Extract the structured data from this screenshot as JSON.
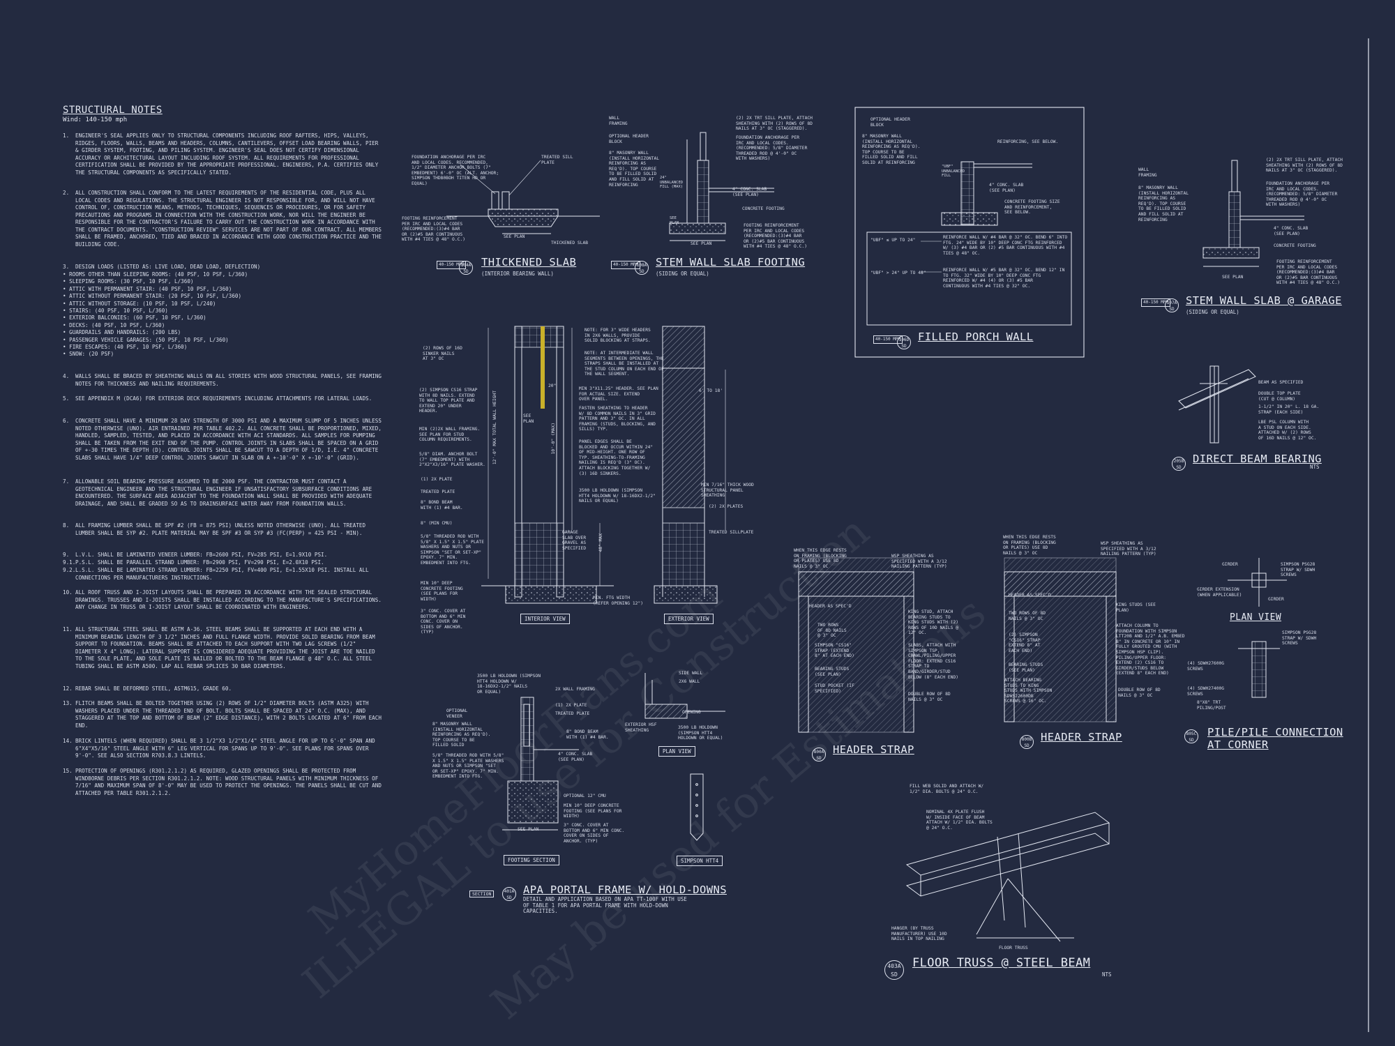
{
  "notes": {
    "title": "STRUCTURAL NOTES",
    "wind": "Wind: 140-150 mph",
    "items": [
      {
        "num": "1.",
        "text": "ENGINEER'S SEAL APPLIES ONLY TO STRUCTURAL COMPONENTS INCLUDING ROOF RAFTERS, HIPS, VALLEYS, RIDGES, FLOORS, WALLS, BEAMS AND HEADERS, COLUMNS, CANTILEVERS, OFFSET LOAD BEARING WALLS, PIER & GIRDER SYSTEM, FOOTING, AND PILING SYSTEM. ENGINEER'S SEAL DOES NOT CERTIFY DIMENSIONAL ACCURACY OR ARCHITECTURAL LAYOUT INCLUDING ROOF SYSTEM. ALL REQUIREMENTS FOR PROFESSIONAL CERTIFICATION SHALL BE PROVIDED BY THE APPROPRIATE PROFESSIONAL. ENGINEERS, P.A. CERTIFIES ONLY THE STRUCTURAL COMPONENTS AS SPECIFICALLY STATED."
      },
      {
        "num": "2.",
        "text": "ALL CONSTRUCTION SHALL CONFORM TO THE LATEST REQUIREMENTS OF THE RESIDENTIAL CODE, PLUS ALL LOCAL CODES AND REGULATIONS. THE STRUCTURAL ENGINEER IS NOT RESPONSIBLE FOR, AND WILL NOT HAVE CONTROL OF, CONSTRUCTION MEANS, METHODS, TECHNIQUES, SEQUENCES OR PROCEDURES, OR FOR SAFETY PRECAUTIONS AND PROGRAMS IN CONNECTION WITH THE CONSTRUCTION WORK, NOR WILL THE ENGINEER BE RESPONSIBLE FOR THE CONTRACTOR'S FAILURE TO CARRY OUT THE CONSTRUCTION WORK IN ACCORDANCE WITH THE CONTRACT DOCUMENTS. \"CONSTRUCTION REVIEW\" SERVICES ARE NOT PART OF OUR CONTRACT. ALL MEMBERS SHALL BE FRAMED, ANCHORED, TIED AND BRACED IN ACCORDANCE WITH GOOD CONSTRUCTION PRACTICE AND THE BUILDING CODE."
      },
      {
        "num": "3.",
        "text": "DESIGN LOADS (LISTED AS: LIVE LOAD, DEAD LOAD, DEFLECTION)"
      }
    ],
    "loads": [
      "ROOMS OTHER THAN SLEEPING ROOMS: (40 PSF, 10 PSF, L/360)",
      "SLEEPING ROOMS: (30 PSF, 10 PSF, L/360)",
      "ATTIC WITH PERMANENT STAIR: (40 PSF, 10 PSF, L/360)",
      "ATTIC WITHOUT PERMANENT STAIR: (20 PSF, 10 PSF, L/360)",
      "ATTIC WITHOUT STORAGE: (10 PSF, 10 PSF, L/240)",
      "STAIRS: (40 PSF, 10 PSF, L/360)",
      "EXTERIOR BALCONIES: (60 PSF, 10 PSF, L/360)",
      "DECKS: (40 PSF, 10 PSF, L/360)",
      "GUARDRAILS AND HANDRAILS: (200 LBS)",
      "PASSENGER VEHICLE GARAGES: (50 PSF, 10 PSF, L/360)",
      "FIRE ESCAPES: (40 PSF, 10 PSF, L/360)",
      "SNOW: (20 PSF)"
    ],
    "items2": [
      {
        "num": "4.",
        "text": "WALLS SHALL BE BRACED BY SHEATHING WALLS ON ALL STORIES WITH WOOD STRUCTURAL PANELS, SEE FRAMING NOTES FOR THICKNESS AND NAILING REQUIREMENTS."
      },
      {
        "num": "5.",
        "text": "SEE APPENDIX M (DCA6) FOR EXTERIOR DECK REQUIREMENTS INCLUDING ATTACHMENTS FOR LATERAL LOADS."
      },
      {
        "num": "6.",
        "text": "CONCRETE SHALL HAVE A MINIMUM 28 DAY STRENGTH OF 3000 PSI AND A MAXIMUM SLUMP OF 5 INCHES UNLESS NOTED OTHERWISE (UNO). AIR ENTRAINED PER TABLE 402.2. ALL CONCRETE SHALL BE PROPORTIONED, MIXED, HANDLED, SAMPLED, TESTED, AND PLACED IN ACCORDANCE WITH ACI STANDARDS. ALL SAMPLES FOR PUMPING SHALL BE TAKEN FROM THE EXIT END OF THE PUMP. CONTROL JOINTS IN SLABS SHALL BE SPACED ON A GRID OF +-30 TIMES THE DEPTH (D). CONTROL JOINTS SHALL BE SAWCUT TO A DEPTH OF 1/D, I.E. 4\" CONCRETE SLABS SHALL HAVE 1/4\" DEEP CONTROL JOINTS SAWCUT IN SLAB ON A +-10'-0\" X +-10'-0\" (GRID)."
      },
      {
        "num": "7.",
        "text": "ALLOWABLE SOIL BEARING PRESSURE ASSUMED TO BE 2000 PSF. THE CONTRACTOR MUST CONTACT A GEOTECHNICAL ENGINEER AND THE STRUCTURAL ENGINEER IF UNSATISFACTORY SUBSURFACE CONDITIONS ARE ENCOUNTERED. THE SURFACE AREA ADJACENT TO THE FOUNDATION WALL SHALL BE PROVIDED WITH ADEQUATE DRAINAGE, AND SHALL BE GRADED SO AS TO DRAINSURFACE WATER AWAY FROM FOUNDATION WALLS."
      },
      {
        "num": "8.",
        "text": "ALL FRAMING LUMBER SHALL BE SPF #2 (FB = 875 PSI) UNLESS NOTED OTHERWISE (UNO). ALL TREATED LUMBER SHALL BE SYP #2. PLATE MATERIAL MAY BE SPF #3 OR SYP #3 (FC(PERP) = 425 PSI - MIN)."
      },
      {
        "num": "9.",
        "text": "L.V.L. SHALL BE LAMINATED VENEER LUMBER: FB=2600 PSI, FV=285 PSI, E=1.9X10 PSI."
      },
      {
        "num": "9.1.",
        "text": "P.S.L. SHALL BE PARALLEL STRAND LUMBER: FB=2900 PSI, FV=290 PSI, E=2.0X10 PSI."
      },
      {
        "num": "9.2.",
        "text": "L.S.L. SHALL BE LAMINATED STRAND LUMBER: FB=2250 PSI, FV=400 PSI, E=1.55X10 PSI. INSTALL ALL CONNECTIONS PER MANUFACTURERS INSTRUCTIONS."
      },
      {
        "num": "10.",
        "text": "ALL ROOF TRUSS AND I-JOIST LAYOUTS SHALL BE PREPARED IN ACCORDANCE WITH THE SEALED STRUCTURAL DRAWINGS. TRUSSES AND I-JOISTS SHALL BE INSTALLED ACCORDING TO THE MANUFACTURE'S SPECIFICATIONS. ANY CHANGE IN TRUSS OR I-JOIST LAYOUT SHALL BE COORDINATED WITH ENGINEERS."
      },
      {
        "num": "11.",
        "text": "ALL STRUCTURAL STEEL SHALL BE ASTM A-36. STEEL BEAMS SHALL BE SUPPORTED AT EACH END WITH A MINIMUM BEARING LENGTH OF 3 1/2\" INCHES AND FULL FLANGE WIDTH. PROVIDE SOLID BEARING FROM BEAM SUPPORT TO FOUNDATION. BEAMS SHALL BE ATTACHED TO EACH SUPPORT WITH TWO LAG SCREWS (1/2\" DIAMETER X 4\" LONG). LATERAL SUPPORT IS CONSIDERED ADEQUATE PROVIDING THE JOIST ARE TOE NAILED TO THE SOLE PLATE, AND SOLE PLATE IS NAILED OR BOLTED TO THE BEAM FLANGE @ 48\" O.C. ALL STEEL TUBING SHALL BE ASTM A500. LAP ALL REBAR SPLICES 30 BAR DIAMETERS."
      },
      {
        "num": "12.",
        "text": "REBAR SHALL BE DEFORMED STEEL, ASTM615, GRADE 60."
      },
      {
        "num": "13.",
        "text": "FLITCH BEAMS SHALL BE BOLTED TOGETHER USING (2) ROWS OF 1/2\" DIAMETER BOLTS (ASTM A325) WITH WASHERS PLACED UNDER THE THREADED END OF BOLT. BOLTS SHALL BE SPACED AT 24\" O.C. (MAX), AND STAGGERED AT THE TOP AND BOTTOM OF BEAM (2\" EDGE DISTANCE), WITH 2 BOLTS LOCATED AT 6\" FROM EACH END."
      },
      {
        "num": "14.",
        "text": "BRICK LINTELS (WHEN REQUIRED) SHALL BE 3 1/2\"X3 1/2\"X1/4\" STEEL ANGLE FOR UP TO 6'-0\" SPAN AND 6\"X4\"X5/16\" STEEL ANGLE WITH 6\" LEG VERTICAL FOR SPANS UP TO 9'-0\". SEE PLANS FOR SPANS OVER 9'-0\". SEE ALSO SECTION R703.8.3 LINTELS."
      },
      {
        "num": "15.",
        "text": "PROTECTION OF OPENINGS (R301.2.1.2) AS REQUIRED, GLAZED OPENINGS SHALL BE PROTECTED FROM WINDBORNE DEBRIS PER SECTION R301.2.1.2. NOTE: WOOD STRUCTURAL PANELS WITH MINIMUM THICKNESS OF 7/16\" AND MAXIMUM SPAN OF 8'-0\" MAY BE USED TO PROTECT THE OPENINGS. THE PANELS SHALL BE CUT AND ATTACHED PER TABLE R301.2.1.2."
      }
    ]
  },
  "details": {
    "thickened_slab": {
      "title": "THICKENED SLAB",
      "sub": "(INTERIOR BEARING WALL)",
      "tag_top": "104A",
      "tag_bot": "SD",
      "mph": "40-150\nMPH",
      "notes": [
        "FOUNDATION ANCHORAGE PER IRC\nAND LOCAL CODES. RECOMMENDED,\n1/2\" DIAMETER ANCHOR BOLTS (7\"\nEMBEDMENT) 6'-0\" OC (ALT. ANCHOR;\nSIMPSON THDB0BOH TITEN HD OR\nEQUAL)",
        "TREATED SILL\nPLATE",
        "FOOTING REINFORCEMENT\nPER IRC AND LOCAL CODES\n(RECOMMENDED:(3)#4 BAR\nOR (2)#5 BAR CONTINUOUS\nWITH #4 TIES @ 48\" O.C.)",
        "SEE PLAN",
        "THICKENED SLAB"
      ]
    },
    "stem_wall": {
      "title": "STEM WALL SLAB FOOTING",
      "sub": "(SIDING OR EQUAL)",
      "tag_top": "108A",
      "tag_bot": "SD",
      "mph": "40-150\nMPH",
      "notes": [
        "WALL\nFRAMING",
        "OPTIONAL HEADER\nBLOCK",
        "8\" MASONRY WALL\n(INSTALL HORIZONTAL\nREINFORCING AS\nREQ'D). TOP COURSE\nTO BE FILLED SOLID\nAND FILL SOLID AT\nREINFORCING",
        "(2) 2X TRT SILL PLATE, ATTACH\nSHEATHING WITH (2) ROWS OF 8D\nNAILS AT 3\" OC (STAGGERED).",
        "FOUNDATION ANCHORAGE PER\nIRC AND LOCAL CODES.\n(RECOMMENDED: 5/8\" DIAMETER\nTHREADED ROD @ 4'-0\" OC\nWITH WASHERS)",
        "4\" CONC. SLAB\n(SEE PLAN)",
        "CONCRETE FOOTING",
        "FOOTING REINFORCEMENT\nPER IRC AND LOCAL CODES\n(RECOMMENDED:(3)#4 BAR\nOR (2)#5 BAR CONTINUOUS\nWITH #4 TIES @ 48\" O.C.)",
        "SEE PLAN",
        "24\"\nUNBALANCED\nFILL (MAX)",
        "SEE\nPLAN"
      ]
    },
    "porch": {
      "title": "FILLED PORCH WALL",
      "tag_top": "106D",
      "tag_bot": "SD",
      "mph": "40-150\nMPH",
      "notes": [
        "OPTIONAL HEADER\nBLOCK",
        "8\" MASONRY WALL\n(INSTALL HORIZONTAL\nREINFORCING AS REQ'D).\nTOP COURSE TO BE\nFILLED SOLID AND FILL\nSOLID AT REINFORCING",
        "REINFORCING, SEE BELOW.",
        "4\" CONC. SLAB\n(SEE PLAN)",
        "CONCRETE FOOTING SIZE\nAND REINFORCEMENT,\nSEE BELOW.",
        "\"UBF\"\nUNBALANCED\nFILL"
      ],
      "table": [
        {
          "k": "\"UBF\" ≤ UP TO 24\"",
          "v": "REINFORCE WALL W/ #4 BAR @ 32\" OC. BEND 6\" INTO\nFTG. 24\" WIDE BY 10\" DEEP CONC FTG REINFORCED\nW/ (3) #4 BAR OR (2) #5 BAR CONTINUOUS WITH #4\nTIES @ 48\" OC."
        },
        {
          "k": "\"UBF\" > 24\" UP TO 48\"",
          "v": "REINFORCE WALL W/ #5 BAR @ 32\" OC. BEND 12\" IN\nTO FTG. 32\" WIDE BY 10\" DEEP CONC FTG\nREINFORCED W/ #4 (4) OR (3) #5 BAR\nCONTINUOUS WITH #4 TIES @ 32\" OC."
        }
      ]
    },
    "garage": {
      "title": "STEM WALL SLAB @ GARAGE",
      "sub": "(SIDING OR EQUAL)",
      "tag_top": "107A",
      "tag_bot": "SD",
      "mph": "40-150\nMPH",
      "notes": [
        "WALL\nFRAMING",
        "8\" MASONRY WALL\n(INSTALL HORIZONTAL\nREINFORCING AS\nREQ'D). TOP COURSE\nTO BE FILLED SOLID\nAND FILL SOLID AT\nREINFORCING",
        "(2) 2X TRT SILL PLATE, ATTACH\nSHEATHING WITH (2) ROWS OF 8D\nNAILS AT 3\" OC (STAGGERED).",
        "FOUNDATION ANCHORAGE PER\nIRC AND LOCAL CODES.\n(RECOMMENDED: 5/8\" DIAMETER\nTHREADED ROD @ 4'-0\" OC\nWITH WASHERS)",
        "4\" CONC. SLAB\n(SEE PLAN)",
        "CONCRETE FOOTING",
        "FOOTING REINFORCEMENT\nPER IRC AND LOCAL CODES\n(RECOMMENDED:(3)#4 BAR\nOR (2)#5 BAR CONTINUOUS\nWITH #4 TIES @ 48\" O.C.)",
        "SEE PLAN"
      ]
    },
    "beam_bearing": {
      "title": "DIRECT BEAM BEARING",
      "sub": "NTS",
      "tag_top": "205B",
      "tag_bot": "SD",
      "notes": [
        "BEAM AS SPECIFIED",
        "DOUBLE TOP PLATE\n(CUT @ COLUMN)",
        "1-1/2\" IN 20\" L. 18 GA.\nSTRAP (EACH SIDE)",
        "LBE PSL COLUMN WITH\nA STUD ON EACH SIDE.\nATTACHED W/ (2) ROWS\nOF 16D NAILS @ 12\" OC."
      ]
    },
    "portal": {
      "title": "APA PORTAL FRAME W/ HOLD-DOWNS",
      "sub": "DETAIL AND APPLICATION BASED ON APA TT-100F WITH USE\nOF TABLE 1 FOR APA PORTAL FRAME WITH HOLD-DOWN\nCAPACITIES.",
      "tag_top": "401A",
      "tag_bot": "SD",
      "section": "SECTION",
      "interior": "INTERIOR VIEW",
      "exterior": "EXTERIOR VIEW",
      "footing": "FOOTING SECTION",
      "plan": "PLAN VIEW",
      "htt4": "SIMPSON HTT4",
      "notes": [
        "NOTE: FOR 3\" WIDE HEADERS\nIN 2X6 WALLS, PROVIDE\nSOLID BLOCKING AT STRAPS.",
        "NOTE: AT INTERMEDIATE WALL\nSEGMENTS BETWEEN OPENINGS, THE\nSTRAPS SHALL BE INSTALLED AT\nTHE STUD COLUMN ON EACH END OF\nTHE WALL SEGMENT.",
        "(2) ROWS OF 16D\nSINKER NAILS\nAT 3\" OC",
        "(2) SIMPSON CS16 STRAP\nWITH 8D NAILS. EXTEND\nTO WALL TOP PLATE AND\nEXTEND 20\" UNDER\nHEADER.",
        "MIN 3\"X11.25\" HEADER. SEE PLAN\nFOR ACTUAL SIZE. EXTEND\nOVER PANEL.",
        "FASTEN SHEATHING TO HEADER\nW/ 8D COMMON NAILS IN 3\" GRID\nPATTERN AND 3\" OC. IN ALL\nFRAMING (STUDS, BLOCKING, AND\nSILLS) TYP.",
        "MIN (2)2X WALL FRAMING.\nSEE PLAN FOR STUD\nCOLUMN REQUIREMENTS.",
        "PANEL EDGES SHALL BE\nBLOCKED AND OCCUR WITHIN 24\"\nOF MID-HEIGHT. ONE ROW OF\nTYP. SHEATHING-TO-FRAMING\nNAILING IS REQ'D (3\" OC).\nATTACH BLOCKING TOGETHER W/\n(3) 16D SINKERS.",
        "5/8\" DIAM. ANCHOR BOLT\n(7\" EMBEDMENT) WITH\n2\"X2\"X3/16\" PLATE WASHER.",
        "(1) 2X PLATE",
        "TREATED PLATE",
        "8\" BOND BEAM\nWITH (1) #4 BAR.",
        "8\" (MIN CMU)",
        "3500 LB HOLDOWN (SIMPSON\nHTT4 HOLDOWN W/ 18-16DX2-1/2\"\nNAILS OR EQUAL)",
        "MIN 7/16\" THICK WOOD\nSTRUCTURAL PANEL\nSHEATHING",
        "(2) 2X PLATES",
        "TREATED SILLPLATE",
        "5/8\" THREADED ROD WITH\n5/8\" X 1.5\" X 1.5\" PLATE\nWASHERS AND NUTS OR\nSIMPSON \"SET OR SET-XP\"\nEPOXY. 7\" MIN.\nEMBEDMENT INTO FTG.",
        "GARAGE\nSLAB OVER\nGRAVEL AS\nSPECIFIED",
        "MIN 10\" DEEP\nCONCRETE FOOTING\n(SEE PLANS FOR\nWIDTH)",
        "3\" CONC. COVER AT\nBOTTOM AND 6\" MIN\nCONC. COVER ON\nSIDES OF ANCHOR.\n(TYP)",
        "MIN. FTG WIDTH\n(REFER OPENING 12\")",
        "6' TO 18'",
        "12'-0\" MAX TOTAL WALL HEIGHT",
        "10'-0\" (MAX)",
        "48\" MAX",
        "SEE\nPLAN",
        "20\""
      ],
      "lower": [
        "3500 LB HOLDOWN (SIMPSON\nHTT4 HOLDOWN W/\n18-16DX2-1/2\" NAILS\nOR EQUAL)",
        "2X WALL FRAMING",
        "(1) 2X PLATE",
        "TREATED PLATE",
        "OPTIONAL\nVENEER",
        "8\" MASONRY WALL\n(INSTALL HORIZONTAL\nREINFORCING AS REQ'D).\nTOP COURSE TO BE\nFILLED SOLID",
        "8\" BOND BEAM\nWITH (1) #4 BAR.",
        "4\" CONC. SLAB\n(SEE PLAN)",
        "5/8\" THREADED ROD WITH 5/8\"\nX 1.5\" X 1.5\" PLATE WASHERS\nAND NUTS OR SIMPSON \"SET\nOR SET-XP\" EPOXY. 7\" MIN.\nEMBEDMENT INTO FTG.",
        "OPTIONAL 12\" CMU",
        "MIN 10\" DEEP CONCRETE\nFOOTING (SEE PLANS FOR\nWIDTH)",
        "3\" CONC. COVER AT\nBOTTOM AND 6\" MIN CONC.\nCOVER ON SIDES OF\nANCHOR. (TYP)",
        "SEE PLAN",
        "SIDE WALL",
        "2X6 WALL",
        "EXTERIOR HSF\nSHEATHING",
        "OPENING",
        "3500 LB HOLDOWN\n(SIMPSON HTT4\nHOLDOWN OR EQUAL)"
      ]
    },
    "header1": {
      "title": "HEADER STRAP",
      "tag_top": "800A",
      "tag_bot": "SD",
      "notes": [
        "WHEN THIS EDGE RESTS\nON FRAMING (BLOCKING\nOR PLATES) USE 8D\nNAILS @ 3\" OC",
        "WSP SHEATHING AS\nSPECIFIED WITH A 3/12\nNAILING PATTERN (TYP)",
        "HEADER AS SPEC'D",
        "TWO ROWS\nOF 8D NAILS\n@ 3\" OC",
        "SIMPSON \"CS16\"\nSTRAP (EXTEND\n8\" AT EACH END)",
        "BEARING STUDS\n(SEE PLAN)",
        "STUD POCKET (IF\nSPECIFIED)",
        "KING STUD, ATTACH\nBEARING STUDS TO\nKING STUDS WITH (2)\nROWS OF 10D NAILS @\n12\" OC.",
        "SLABS, ATTACH WITH\nSIMPSON TSP,\nCRAWL/PILING/UPPER\nFLOOR: EXTEND CS16\nSTRAP TO\nBAND/GIRDER/STUD\nBELOW (8\" EACH END)",
        "DOUBLE ROW OF 8D\nNAILS @ 3\" OC"
      ]
    },
    "header2": {
      "title": "HEADER STRAP",
      "tag_top": "800B",
      "tag_bot": "SD",
      "notes": [
        "WHEN THIS EDGE RESTS\nON FRAMING (BLOCKING\nOR PLATES) USE 8D\nNAILS @ 3\" OC",
        "WSP SHEATHING AS\nSPECIFIED WITH A 3/12\nNAILING PATTERN (TYP)",
        "HEADER AS SPEC'D",
        "TWO ROWS OF 8D\nNAILS @ 3\" OC",
        "(2) SIMPSON\n\"CS16\" STRAP\nEXTEND 8\" AT\nEACH END)",
        "BEARING STUDS\n(SEE PLAN)",
        "ATTACH BEARING\nSTUDS TO KING\nSTUDS WITH SIMPSON\nSDWS22600DB\nSCREWS @ 16\" OC.",
        "KING STUDS (SEE\nPLAN)",
        "ATTACH COLUMN TO\nFOUNDATION WITH SIMPSON\nLTT20B AND 1/2\" A.B. EMBED\n8\" IN CONCRETE OR 10\" IN\nFULLY GROUTED CMU (WITH\nSIMPSON HSP CLIP).\nPILING/UPPER FLOOR:\nEXTEND (2) CS16 TO\nGIRDER/STUDS BELOW\n(EXTEND 8\" EACH END)",
        "DOUBLE ROW OF 8D\nNAILS @ 3\" OC"
      ]
    },
    "pile": {
      "title": "PILE/PILE CONNECTION\nAT CORNER",
      "plan": "PLAN VIEW",
      "tag_top": "805C",
      "tag_bot": "SD",
      "notes": [
        "GIRDER",
        "SIMPSON PSG28\nSTRAP W/ SDWH\nSCREWS",
        "GIRDER EXTENSION\n(WHEN APPLICABLE)",
        "GIRDER",
        "SIMPSON PSG28\nSTRAP W/ SDWH\nSCREWS",
        "(4) SDWH27600G\nSCREWS",
        "(4) SDWH27400G\nSCREWS",
        "8\"X8\" TRT\nPILING/POST"
      ]
    },
    "truss": {
      "title": "FLOOR TRUSS @ STEEL BEAM",
      "sub": "NTS",
      "tag_top": "403A",
      "tag_bot": "SD",
      "notes": [
        "FILL WEB SOLID AND ATTACH W/\n1/2\" DIA. BOLTS @ 24\" O.C.",
        "NOMINAL 4X PLATE FLUSH\nW/ INSIDE FACE OF BEAM\nATTACH W/ 1/2\" DIA. BOLTS\n@ 24\" O.C.",
        "HANGER (BY TRUSS\nMANUFACTURER) USE 10D\nNAILS IN TOP NAILING",
        "FLOOR TRUSS"
      ]
    }
  },
  "watermark": [
    "MyHomeFloorPlans.com",
    "ILLEGAL to use for Construction",
    "May be used for Estimations"
  ],
  "colors": {
    "background": "#232a40",
    "linework": "#e4e8f2",
    "highlight": "#c9b02a"
  }
}
